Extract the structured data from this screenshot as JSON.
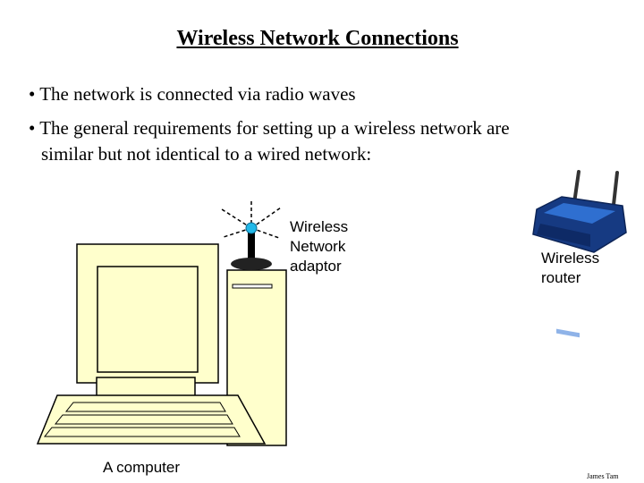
{
  "title": "Wireless Network Connections",
  "bullets": [
    "• The network is connected via radio waves",
    "• The general requirements for setting up a wireless network are",
    "similar but not identical to a wired network:"
  ],
  "labels": {
    "adaptor": [
      "Wireless",
      "Network",
      "adaptor"
    ],
    "router": [
      "Wireless",
      "router"
    ],
    "computer": "A computer"
  },
  "author": "James Tam",
  "colors": {
    "computer_fill": "#ffffcc",
    "router_blue": "#1f4fa8",
    "antenna_dot": "#22b8e8"
  }
}
